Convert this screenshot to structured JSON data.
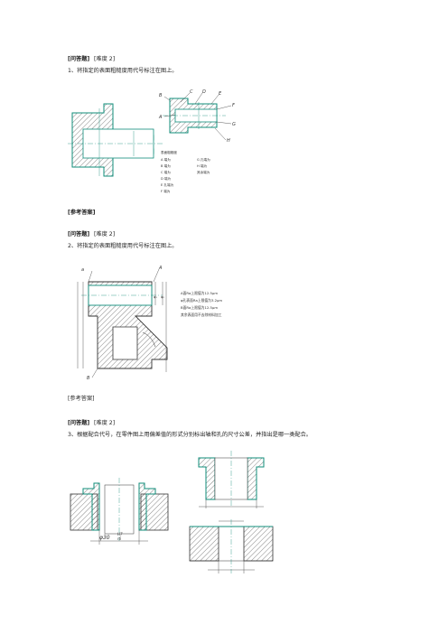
{
  "q1": {
    "tag": "[问答题]",
    "difficulty": "[难度 2]",
    "question": "1、将指定的表面粗糙度用代号标注在图上。",
    "answer_label": "[参考答案]",
    "figure": {
      "letters": [
        "B",
        "C",
        "D",
        "E",
        "F",
        "A",
        "G",
        "H"
      ],
      "legend_title": "表面粗糙度",
      "legend_left": [
        "A 端为",
        "B 端为",
        "C 端为",
        "D 端为",
        "E 孔端为",
        "F 端为"
      ],
      "legend_right": [
        "G 孔端为",
        "H 端为",
        "其余端为"
      ]
    }
  },
  "q2": {
    "tag": "[问答题]",
    "difficulty": "[难度 2]",
    "question": "2、将指定的表面粗糙度用代号标注在图上。",
    "answer_label": "[参考答案]",
    "figure": {
      "letters": [
        "a",
        "A",
        "B"
      ],
      "labels": [
        "φ₁",
        "φ₂"
      ],
      "notes": [
        "A面Ra上限值为12.5μm",
        "φ孔表面Ra上限值为3.2μm",
        "B面Ra上限值为12.5μm",
        "其余表面用不去除材料加工"
      ]
    }
  },
  "q3": {
    "tag": "[问答题]",
    "difficulty": "[难度 2]",
    "question": "3、根据配合代号，在零件图上用偏差值的形式分别标出轴和孔的尺寸公差，并指出是哪一类配合。",
    "figure": {
      "dim_label": "φ30",
      "fit_top": "H7",
      "fit_bottom": "r6"
    }
  },
  "colors": {
    "outline": "#0f8c7a",
    "hatch": "#333333"
  }
}
